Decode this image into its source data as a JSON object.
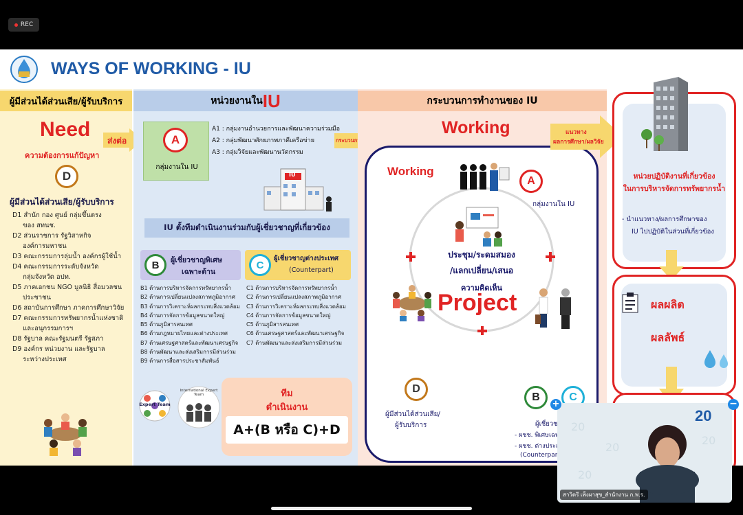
{
  "recording": {
    "label": "REC"
  },
  "slide": {
    "title": "WAYS OF WORKING - IU",
    "headers": {
      "stakeholders": "ผู้มีส่วนได้ส่วนเสีย/ผู้รับบริการ",
      "units_prefix": "หน่วยงานใน ",
      "units_iu": "IU",
      "process": "กระบวนการทำงานของ IU"
    },
    "need": {
      "title": "Need",
      "arrow_label": "ส่งต่อ",
      "subtitle": "ความต้องการแก้ปัญหา",
      "badge": "D",
      "list_title": "ผู้มีส่วนได้ส่วนเสีย/ผู้รับบริการ",
      "items": [
        "D1 สำนัก กอง ศูนย์ กลุ่มขึ้นตรง",
        "     ของ สทนช.",
        "D2 ส่วนราชการ รัฐวิสาหกิจ",
        "     องค์การมหาชน",
        "D3 คณะกรรมการลุ่มน้ำ องค์กรผู้ใช้น้ำ",
        "D4 คณะกรรมการระดับจังหวัด",
        "     กลุ่มจังหวัด อปท.",
        "D5 ภาคเอกชน NGO มูลนิธิ สื่อมวลชน",
        "     ประชาชน",
        "D6 สถาบันการศึกษา ภาคการศึกษาวิจัย",
        "D7 คณะกรรมการทรัพยากรน้ำแห่งชาติ",
        "     และอนุกรรมการฯ",
        "D8 รัฐบาล คณะรัฐมนตรี รัฐสภา",
        "D9 องค์กร หน่วยงาน และรัฐบาล",
        "     ระหว่างประเทศ"
      ]
    },
    "units": {
      "badge_a": "A",
      "group_label": "กลุ่มงานใน IU",
      "a_items": [
        "A1 : กลุ่มงานอำนวยการและพัฒนาความร่วมมือ",
        "A2 : กลุ่มพัฒนาศักยภาพภาคีเครือข่าย",
        "A3 : กลุ่มวิจัยและพัฒนานวัตกรรม"
      ],
      "building_label": "IU",
      "arrow_label": "กระบวนการทำงาน",
      "team_header": "IU ตั้งทีมดำเนินงานร่วมกับผู้เชี่ยวชาญที่เกี่ยวข้อง",
      "badge_b": "B",
      "b_title_1": "ผู้เชี่ยวชาญพิเศษ",
      "b_title_2": "เฉพาะด้าน",
      "badge_c": "C",
      "c_title_1": "ผู้เชี่ยวชาญต่างประเทศ",
      "c_title_2": "(Counterpart)",
      "b_items": [
        "B1 ด้านการบริหารจัดการทรัพยากรน้ำ",
        "B2 ด้านการเปลี่ยนแปลงสภาพภูมิอากาศ",
        "B3 ด้านการวิเคราะห์ผลกระทบสิ่งแวดล้อม",
        "B4 ด้านการจัดการข้อมูลขนาดใหญ่",
        "B5 ด้านภูมิสารสนเทศ",
        "B6 ด้านกฎหมายไทยและต่างประเทศ",
        "B7 ด้านเศรษฐศาสตร์และพัฒนาเศรษฐกิจ",
        "B8 ด้านพัฒนาและส่งเสริมการมีส่วนร่วม",
        "B9 ด้านการสื่อสารประชาสัมพันธ์"
      ],
      "c_items": [
        "C1 ด้านการบริหารจัดการทรัพยากรน้ำ",
        "C2 ด้านการเปลี่ยนแปลงสภาพภูมิอากาศ",
        "C3 ด้านการวิเคราะห์ผลกระทบสิ่งแวดล้อม",
        "C4 ด้านการจัดการข้อมูลขนาดใหญ่",
        "C5 ด้านภูมิสารสนเทศ",
        "C6 ด้านเศรษฐศาสตร์และพัฒนาเศรษฐกิจ",
        "C7 ด้านพัฒนาและส่งเสริมการมีส่วนร่วม"
      ],
      "expert_team": "Expert Team",
      "intl_team": "International Expert Team",
      "team_title_1": "ทีม",
      "team_title_2": "ดำเนินงาน",
      "formula": "A+(B หรือ C)+D"
    },
    "process": {
      "title": "Working",
      "arrow_label_1": "แนวทาง",
      "arrow_label_2": "ผลการศึกษา/ผลวิจัย",
      "working_label": "Working",
      "badge_a": "A",
      "a_label": "กลุ่มงานใน IU",
      "center_1": "ประชุม/ระดมสมอง",
      "center_2": "/แลกเปลี่ยน/เสนอ",
      "center_3": "ความคิดเห็น",
      "project": "Project",
      "badge_d": "D",
      "d_label_1": "ผู้มีส่วนได้ส่วนเสีย/",
      "d_label_2": "ผู้รับบริการ",
      "badge_b": "B",
      "badge_c": "C",
      "bc_title": "ผู้เชี่ยวชาญ",
      "bc_1": "- ผชช. พิเศษเฉพาะด้าน",
      "bc_2": "- ผชช. ต่างประเทศ",
      "bc_3": "(Counterpart)"
    },
    "right": {
      "agency_1": "หน่วยปฏิบัติงานที่เกี่ยวข้อง",
      "agency_2": "ในการบริหารจัดการทรัพยากรน้ำ",
      "apply_1": "- นำแนวทาง/ผลการศึกษาของ",
      "apply_2": "IU ไปปฏิบัติในส่วนที่เกี่ยวข้อง",
      "output": "ผลผลิต",
      "outcome": "ผลลัพธ์"
    }
  },
  "video": {
    "name": "สาวิตรี เพ็งผาสุข_สำนักงาน ก.พ.ร.",
    "badge": "20"
  },
  "colors": {
    "title_blue": "#1f5aa6",
    "red": "#e02424",
    "yellow_bg": "#fdf3cf",
    "blue_bg": "#dde8f5",
    "peach_bg": "#fce6dc"
  }
}
